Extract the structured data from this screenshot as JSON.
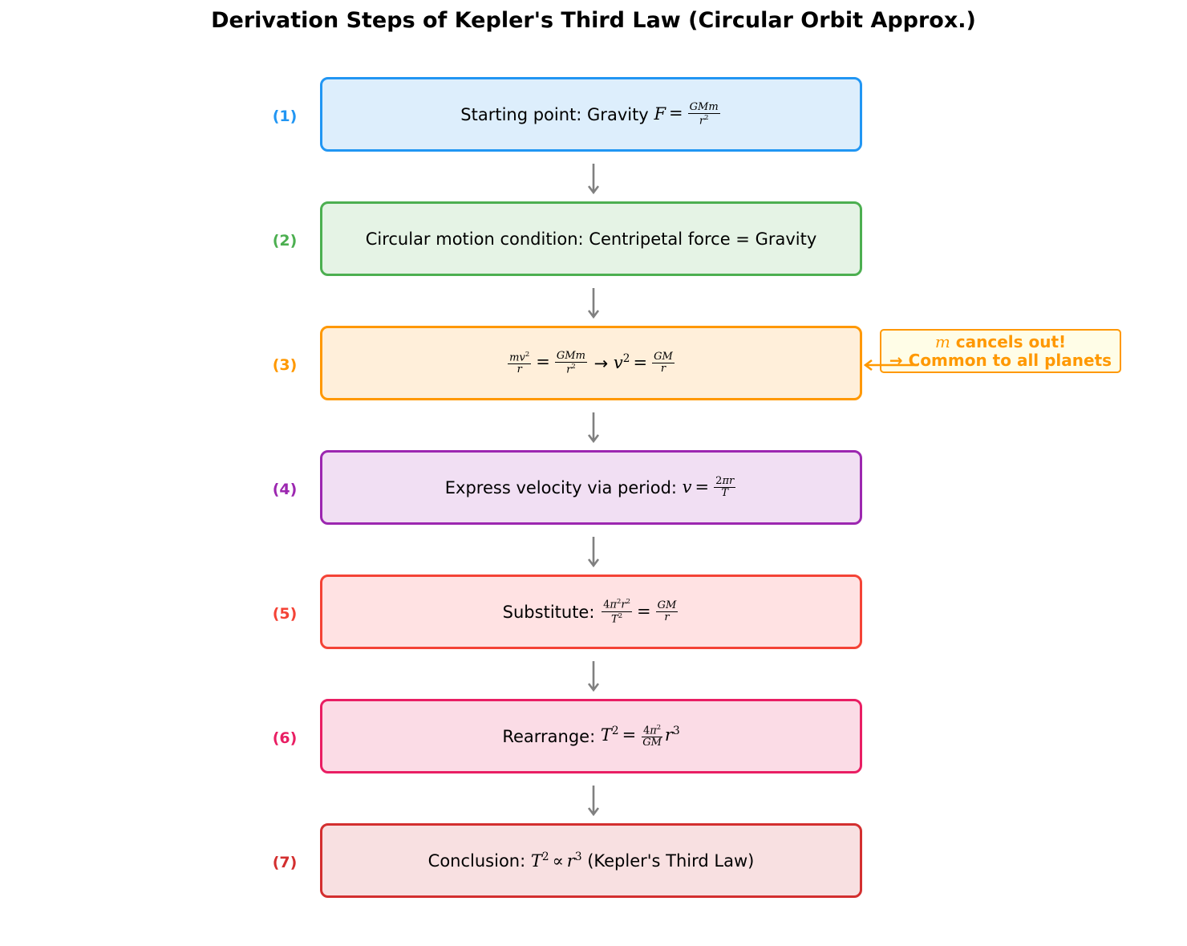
{
  "title": "Derivation Steps of Kepler's Third Law (Circular Orbit Approx.)",
  "colors": {
    "arrow": "#808080",
    "note_border": "#FF9800",
    "note_fill": "#FFFDE7"
  },
  "steps": [
    {
      "number": "(1)",
      "prefix": "Starting point: Gravity",
      "border": "#2196F3",
      "fill": "#DDEEFC"
    },
    {
      "number": "(2)",
      "text": "Circular motion condition: Centripetal force = Gravity",
      "border": "#4CAF50",
      "fill": "#E5F3E5"
    },
    {
      "number": "(3)",
      "arrow": "→",
      "border": "#FF9800",
      "fill": "#FFEFDA"
    },
    {
      "number": "(4)",
      "prefix": "Express velocity via period:",
      "border": "#9C27B0",
      "fill": "#F1DFF3"
    },
    {
      "number": "(5)",
      "prefix": "Substitute:",
      "border": "#F44336",
      "fill": "#FFE2E3"
    },
    {
      "number": "(6)",
      "prefix": "Rearrange:",
      "border": "#E91E63",
      "fill": "#FBDCE6"
    },
    {
      "number": "(7)",
      "prefix": "Conclusion:",
      "suffix": "(Kepler's Third Law)",
      "border": "#D32F2F",
      "fill": "#F8E0E1"
    }
  ],
  "note": {
    "line1_text": "cancels out!",
    "line2": "→ Common to all planets"
  }
}
